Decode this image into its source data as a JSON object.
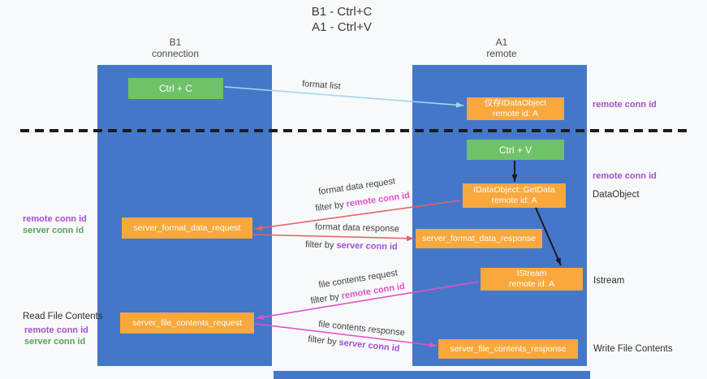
{
  "title": {
    "line1": "B1 - Ctrl+C",
    "line2": "A1 - Ctrl+V"
  },
  "lanes": {
    "left": {
      "title": "B1",
      "subtitle": "connection"
    },
    "right": {
      "title": "A1",
      "subtitle": "remote"
    }
  },
  "nodes": {
    "ctrl_c": {
      "label": "Ctrl + C"
    },
    "ctrl_v": {
      "label": "Ctrl + V"
    },
    "idataobject": {
      "line1": "仅存IDataObject",
      "line2": "remote id: A"
    },
    "getdata": {
      "line1": "IDataObject::GetData",
      "line2": "remote id: A"
    },
    "istream": {
      "line1": "IStream",
      "line2": "remote id: A"
    },
    "format_request": {
      "label": "server_format_data_request"
    },
    "format_response": {
      "label": "server_format_data_response"
    },
    "file_request": {
      "label": "server_file_contents_request"
    },
    "file_response": {
      "label": "server_file_contents_response"
    }
  },
  "annotations": {
    "format_list": "format list",
    "remote_conn_top": "remote conn id",
    "remote_conn_mid": "remote conn id",
    "dataobject": "DataObject",
    "istream": "Istream",
    "read_file_contents": "Read File Contents",
    "write_file_contents": "Write File Contents",
    "left_top": {
      "remote": "remote conn id",
      "server": "server conn id"
    },
    "left_bottom": {
      "remote": "remote conn id",
      "server": "server conn id"
    },
    "arrows": {
      "format_request": {
        "label": "format data request",
        "filter_prefix": "filter by ",
        "filter_key": "remote conn id"
      },
      "format_response": {
        "label": "format data response",
        "filter_prefix": "filter by ",
        "filter_key": "server conn id"
      },
      "file_request": {
        "label": "file contents request",
        "filter_prefix": "filter by ",
        "filter_key": "remote conn id"
      },
      "file_response": {
        "label": "file contents response",
        "filter_prefix": "filter by ",
        "filter_key": "server conn id"
      }
    }
  },
  "colors": {
    "lane_blue": "#4577c9",
    "node_green": "#6fc268",
    "node_orange": "#f8a83d",
    "conn_purple": "#a64fd0",
    "conn_green": "#55a357",
    "arrow_red": "#e06666",
    "arrow_magenta": "#e052c8",
    "arrow_light_blue": "#a5d5f0",
    "arrow_black": "#1a1a1a",
    "filter_key_purple": "#9b51d9"
  }
}
